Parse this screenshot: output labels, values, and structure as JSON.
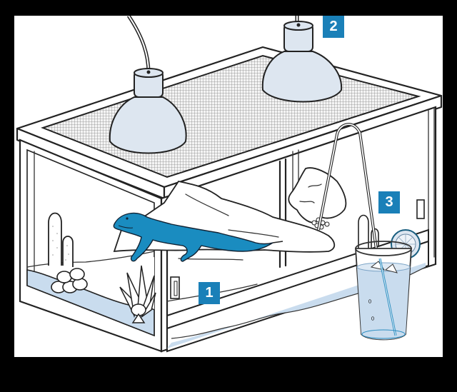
{
  "figure": {
    "subject": "Reptile terrarium setup",
    "colors": {
      "frame_background": "#000000",
      "canvas_background": "#ffffff",
      "badge": "#1a80b8",
      "badge_text": "#ffffff",
      "lizard": "#1a8cc0",
      "lamp_shade": "#dde6f0",
      "sand_water_tint": "#c9dcee",
      "outline": "#222222"
    },
    "callouts": [
      {
        "id": "1",
        "label": "1",
        "target": "substrate-drawer"
      },
      {
        "id": "2",
        "label": "2",
        "target": "heat-lamp"
      },
      {
        "id": "3",
        "label": "3",
        "target": "water-glass-with-tube"
      }
    ],
    "elements": [
      {
        "name": "terrarium-tank",
        "icon": "glass-tank"
      },
      {
        "name": "mesh-lid",
        "icon": "grid-mesh"
      },
      {
        "name": "heat-lamp-left",
        "icon": "dome-lamp"
      },
      {
        "name": "heat-lamp-right",
        "icon": "dome-lamp"
      },
      {
        "name": "lizard",
        "icon": "lizard"
      },
      {
        "name": "cactus",
        "icon": "cactus"
      },
      {
        "name": "succulent",
        "icon": "agave"
      },
      {
        "name": "driftwood",
        "icon": "branch"
      },
      {
        "name": "rock",
        "icon": "rock"
      },
      {
        "name": "water-glass",
        "icon": "glass-with-lemon"
      },
      {
        "name": "drip-tube",
        "icon": "tube"
      }
    ]
  }
}
